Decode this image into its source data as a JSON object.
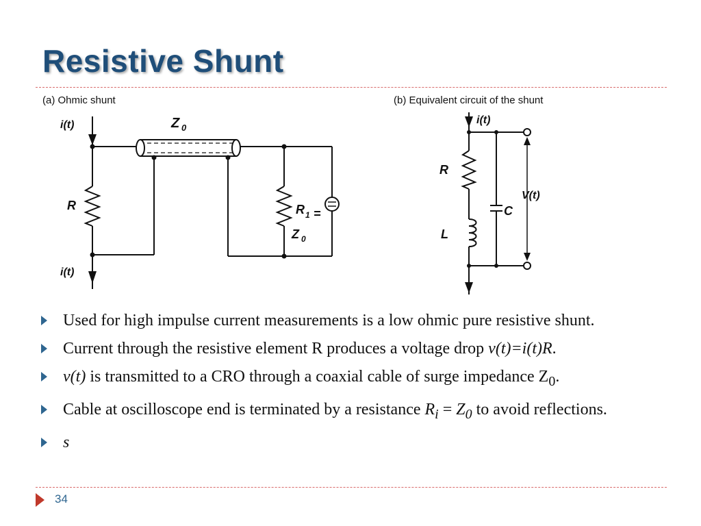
{
  "slide": {
    "title": "Resistive Shunt",
    "page_number": "34"
  },
  "figure_a": {
    "caption": "(a) Ohmic shunt",
    "labels": {
      "current_top": "i(t)",
      "current_bottom": "i(t)",
      "cable": "Z",
      "cable_sub": "0",
      "resistor": "R",
      "termination": "R",
      "termination_sub": "1",
      "termination_eq": "=",
      "termination_z": "Z",
      "termination_z_sub": "0"
    }
  },
  "figure_b": {
    "caption": "(b) Equivalent circuit of the shunt",
    "labels": {
      "current": "i(t)",
      "resistor": "R",
      "inductor": "L",
      "capacitor": "C",
      "voltage": "V(t)"
    }
  },
  "bullets": [
    {
      "text": "Used for high impulse current measurements is a low ohmic pure resistive shunt."
    },
    {
      "text_pre": "Current through the resistive element R produces a voltage drop ",
      "text_em": "v(t)=i(t)R",
      "text_post": "."
    },
    {
      "text_em": "v(t)",
      "text_pre": " is transmitted to a CRO through a coaxial cable of surge impedance Z",
      "text_sub": "0",
      "text_post": "."
    },
    {
      "text_pre": "Cable at oscilloscope end is terminated by a resistance ",
      "r": "R",
      "r_sub": "i",
      "eq": " = ",
      "z": "Z",
      "z_sub": "0",
      "text_post": " to avoid reflections."
    },
    {
      "text_em": "s"
    }
  ]
}
